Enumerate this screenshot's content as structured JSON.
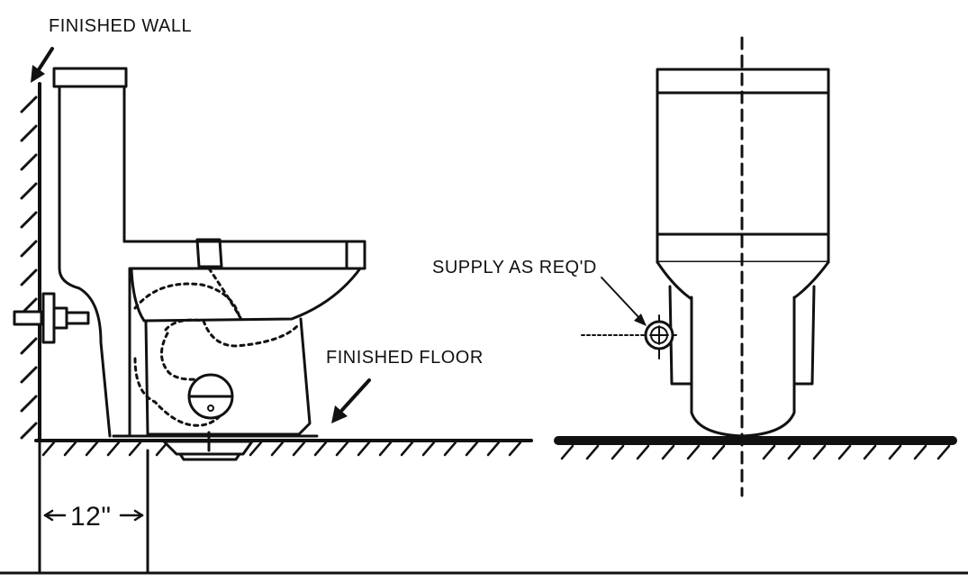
{
  "labels": {
    "finished_wall": "FINISHED WALL",
    "finished_floor": "FINISHED FLOOR",
    "supply": "SUPPLY AS REQ'D",
    "rough_in": "12\""
  },
  "colors": {
    "ink": "#111111",
    "background": "#ffffff"
  }
}
